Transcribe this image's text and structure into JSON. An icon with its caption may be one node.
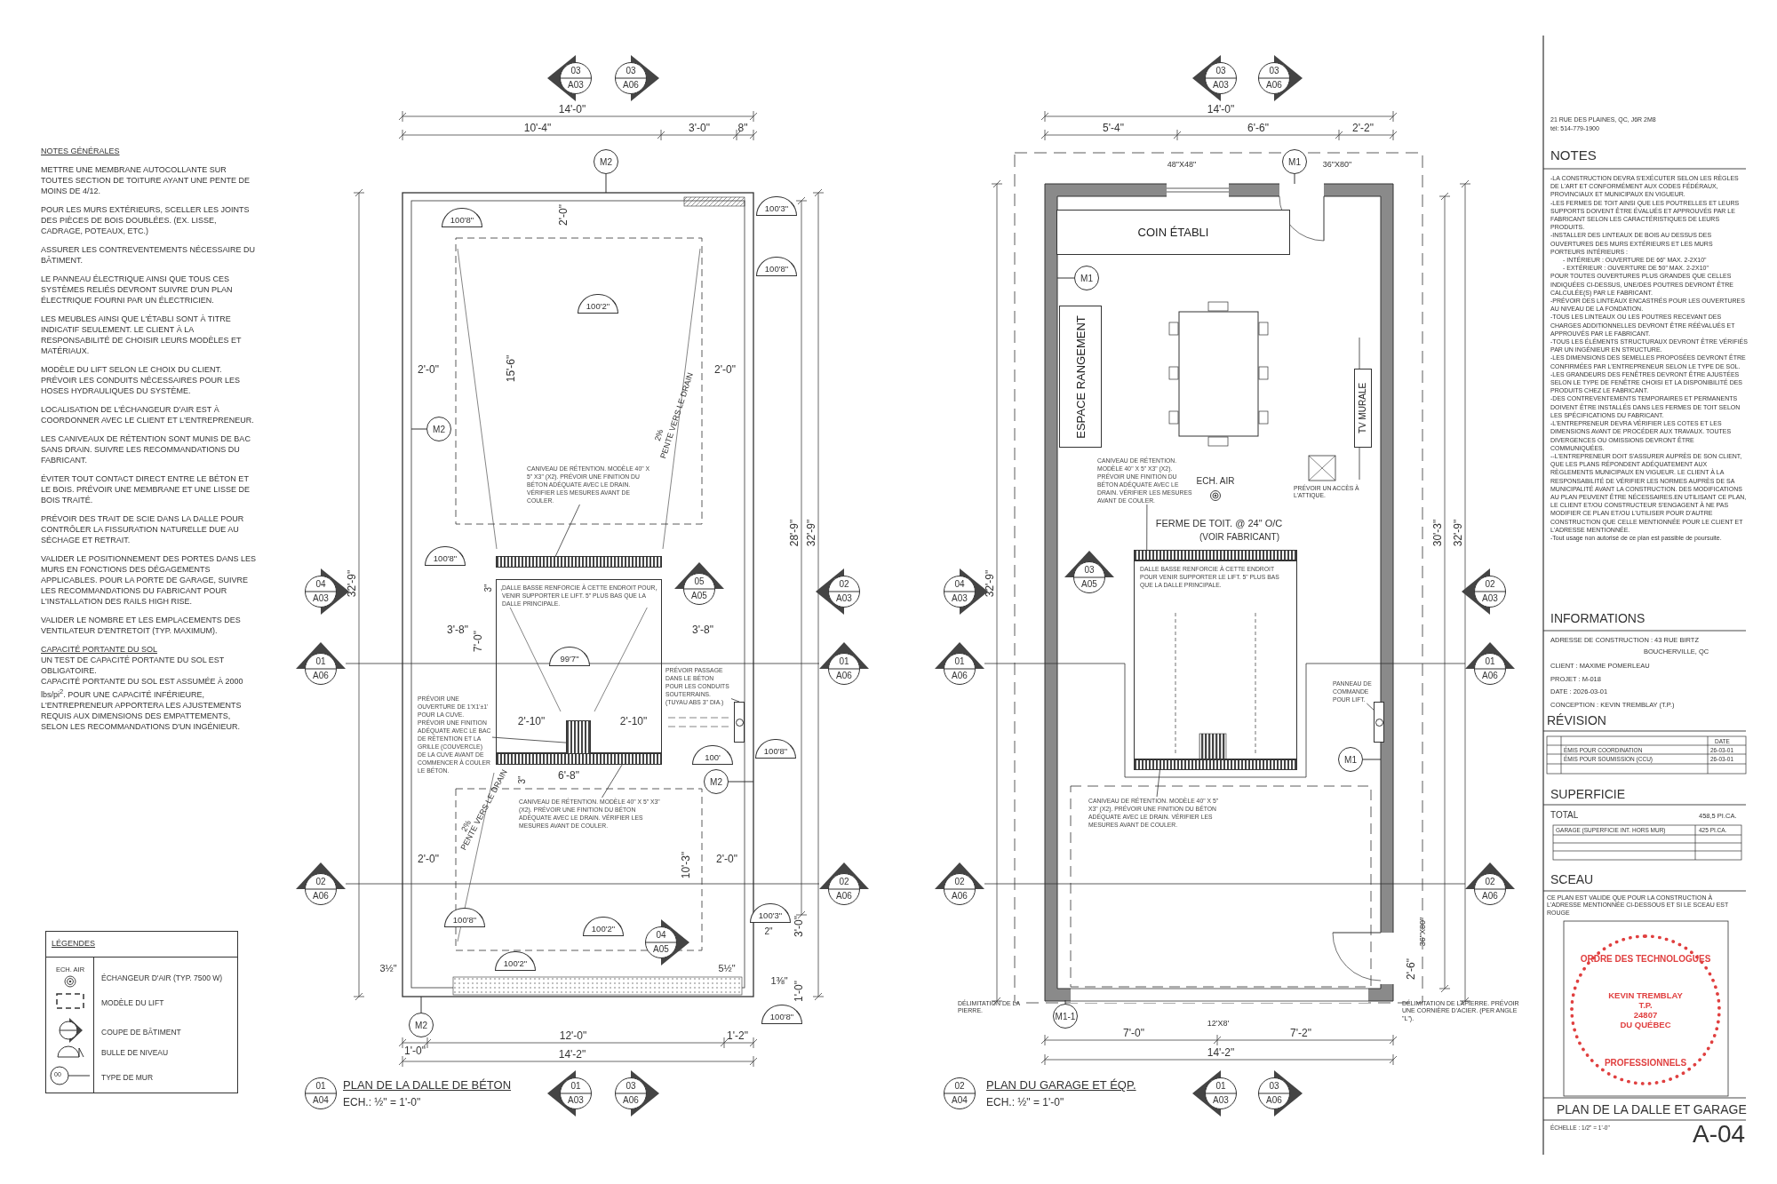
{
  "diagram": {
    "title": "PLAN DE LA DALLE ET GARAGE",
    "nodes": [
      {
        "text": [
          "03",
          "A03"
        ]
      },
      {
        "text": [
          "03",
          "A06"
        ]
      },
      {
        "text": [
          "04",
          "A03"
        ]
      },
      {
        "text": [
          "01",
          "A06"
        ]
      },
      {
        "text": [
          "02",
          "A06"
        ]
      },
      {
        "text": [
          "05",
          "A05"
        ]
      },
      {
        "text": [
          "02",
          "A03"
        ]
      },
      {
        "text": [
          "01",
          "A06"
        ]
      },
      {
        "text": [
          "02",
          "A06"
        ]
      },
      {
        "text": [
          "04",
          "A05"
        ]
      },
      {
        "text": [
          "01",
          "A03"
        ]
      },
      {
        "text": [
          "03",
          "A06"
        ]
      },
      {
        "text": [
          "01",
          "A04"
        ]
      },
      {
        "text": [
          "M2"
        ]
      },
      {
        "text": [
          "M2"
        ]
      },
      {
        "text": [
          "M2"
        ]
      },
      {
        "text": [
          "M2"
        ]
      },
      {
        "text": [
          "100'8\""
        ]
      },
      {
        "text": [
          "100'3\""
        ]
      },
      {
        "text": [
          "100'8\""
        ]
      },
      {
        "text": [
          "100'2\""
        ]
      },
      {
        "text": [
          "100'8\""
        ]
      },
      {
        "text": [
          "DALLE BASSE RENFORCIE À CETTE ENDROIT POUR VENIR SUPPORTER LE LIFT. 5\" PLUS BAS QUE LA DALLE PRINCIPALE."
        ]
      },
      {
        "text": [
          "99'7\""
        ],
        "in": 22
      },
      {
        "text": [],
        "shape": "bar",
        "in": 22
      },
      {
        "text": [],
        "shape": "bar"
      },
      {
        "text": [],
        "shape": "bar"
      },
      {
        "text": [
          "100'"
        ]
      },
      {
        "text": [
          "100'8\""
        ]
      },
      {
        "text": [
          "100'8\""
        ]
      },
      {
        "text": [
          "100'2\""
        ]
      },
      {
        "text": [
          "100'3\""
        ]
      },
      {
        "text": [
          "100'2\""
        ]
      },
      {
        "text": [
          "100'8\""
        ]
      },
      {
        "text": [
          "CANIVEAU DE RÉTENTION. MODÈLE 40\" X 5\" X3\" (X2). PRÉVOIR UNE FINITION DU BÉTON ADÉQUATE AVEC LE DRAIN. VÉRIFIER LES MESURES AVANT DE COULER."
        ]
      },
      {
        "text": [
          "PRÉVOIR UNE OUVERTURE DE 1'X1'±1' POUR LA CUVE. PRÉVOIR UNE FINITION ADÉQUATE AVEC LE BAC DE RÉTENTION ET LA GRILLE (COUVERCLE) DE LA CUVE AVANT DE COMMENCER À COULER LE BÉTON."
        ]
      },
      {
        "text": [
          "PRÉVOIR PASSAGE DANS LE BÉTON POUR LES CONDUITS SOUTERRAINS. (TUYAU ABS 3\" DIA.)"
        ]
      },
      {
        "text": [
          "CANIVEAU DE RÉTENTION. MODÈLE 40\" X 5\" X3\" (X2). PRÉVOIR UNE FINITION DU BÉTON ADÉQUATE AVEC LE DRAIN. VÉRIFIER LES MESURES AVANT DE COULER."
        ]
      },
      {
        "text": [],
        "shape": "box"
      },
      {
        "text": [
          "03",
          "A03"
        ]
      },
      {
        "text": [
          "03",
          "A06"
        ]
      },
      {
        "text": [
          "04",
          "A03"
        ]
      },
      {
        "text": [
          "01",
          "A06"
        ]
      },
      {
        "text": [
          "02",
          "A06"
        ]
      },
      {
        "text": [
          "03",
          "A05"
        ]
      },
      {
        "text": [
          "02",
          "A03"
        ]
      },
      {
        "text": [
          "01",
          "A06"
        ]
      },
      {
        "text": [
          "02",
          "A06"
        ]
      },
      {
        "text": [
          "01",
          "A03"
        ]
      },
      {
        "text": [
          "03",
          "A06"
        ]
      },
      {
        "text": [
          "02",
          "A04"
        ]
      },
      {
        "text": [
          "M1"
        ]
      },
      {
        "text": [
          "M1"
        ]
      },
      {
        "text": [
          "M1"
        ]
      },
      {
        "text": [
          "M1-1"
        ]
      },
      {
        "text": [
          "COIN ÉTABLI"
        ]
      },
      {
        "text": [
          "ESPACE RANGEMENT"
        ]
      },
      {
        "text": [
          "TV MURALE"
        ]
      },
      {
        "text": [
          "CANIVEAU DE RÉTENTION. MODÈLE 40\" X 5\" X3\" (X2). PRÉVOIR UNE FINITION DU BÉTON ADÉQUATE AVEC LE DRAIN. VÉRIFIER LES MESURES AVANT DE COULER."
        ]
      },
      {
        "text": [
          "DALLE BASSE RENFORCIE À CETTE ENDROIT POUR VENIR SUPPORTER LE LIFT. 5\" PLUS BAS QUE LA DALLE PRINCIPALE."
        ]
      },
      {
        "text": [],
        "shape": "bar"
      },
      {
        "text": [],
        "shape": "bar"
      },
      {
        "text": [
          "PANNEAU DE COMMANDE POUR LIFT."
        ]
      },
      {
        "text": [],
        "shape": "box"
      },
      {
        "text": [
          "CANIVEAU DE RÉTENTION. MODÈLE 40\" X 5\" X3\" (X2). PRÉVOIR UNE FINITION DU BÉTON ADÉQUATE AVEC LE DRAIN. VÉRIFIER LES MESURES AVANT DE COULER."
        ]
      },
      {
        "text": [
          "ORDRE DES TECHNOLOGUES",
          "KEVIN TREMBLAY",
          "T.P.",
          "24807",
          "DU QUÉBEC",
          "PROFESSIONNELS"
        ]
      }
    ],
    "edges": [
      {
        "from": 3,
        "to": 7,
        "arrow": "none"
      },
      {
        "from": 4,
        "to": 8,
        "arrow": "none"
      },
      {
        "from": 34,
        "to": 25,
        "arrow": "none"
      },
      {
        "from": 35,
        "to": 24,
        "arrow": "none"
      },
      {
        "from": 36,
        "to": 38,
        "arrow": "none"
      },
      {
        "from": 37,
        "to": 26,
        "arrow": "none"
      },
      {
        "from": 42,
        "to": 46,
        "arrow": "none"
      },
      {
        "from": 43,
        "to": 47,
        "arrow": "none"
      },
      {
        "from": 58,
        "to": 60,
        "arrow": "none"
      },
      {
        "from": 62,
        "to": 63,
        "arrow": "none"
      },
      {
        "from": 64,
        "to": 61,
        "arrow": "none"
      }
    ],
    "labels": [
      "NOTES GÉNÉRALES",
      "METTRE UNE MEMBRANE AUTOCOLLANTE SUR TOUTES SECTION DE TOITURE AYANT UNE PENTE DE MOINS DE 4/12.",
      "POUR LES MURS EXTÉRIEURS, SCELLER LES JOINTS DES PIÈCES DE BOIS DOUBLÉES. (EX. LISSE, CADRAGE, POTEAUX, ETC.)",
      "ASSURER LES CONTREVENTEMENTS NÉCESSAIRE DU BÂTIMENT.",
      "LE PANNEAU ÉLECTRIQUE AINSI QUE TOUS CES SYSTÈMES RELIÉS DEVRONT SUIVRE D'UN PLAN ÉLECTRIQUE FOURNI PAR UN ÉLECTRICIEN.",
      "LES MEUBLES AINSI QUE L'ÉTABLI SONT À TITRE INDICATIF SEULEMENT. LE CLIENT À LA RESPONSABILITÉ DE CHOISIR LEURS MODÈLES ET MATÉRIAUX.",
      "MODÈLE DU LIFT SELON LE CHOIX DU CLIENT. PRÉVOIR LES CONDUITS NÉCESSAIRES POUR LES HOSES HYDRAULIQUES DU SYSTÈME.",
      "LOCALISATION DE L'ÉCHANGEUR D'AIR EST À COORDONNER AVEC LE CLIENT ET L'ENTREPRENEUR.",
      "LES CANIVEAUX DE RÉTENTION SONT MUNIS DE BAC SANS DRAIN. SUIVRE LES RECOMMANDATIONS DU FABRICANT.",
      "ÉVITER TOUT CONTACT DIRECT ENTRE LE BÉTON ET LE BOIS. PRÉVOIR UNE MEMBRANE ET UNE LISSE DE BOIS TRAITÉ.",
      "PRÉVOIR DES TRAIT DE SCIE DANS LA DALLE POUR CONTRÔLER LA FISSURATION NATURELLE DUE AU SÉCHAGE ET RETRAIT.",
      "VALIDER LE POSITIONNEMENT DES PORTES DANS LES MURS EN FONCTIONS DES DÉGAGEMENTS APPLICABLES. POUR LA PORTE DE GARAGE, SUIVRE LES RECOMMANDATIONS DU FABRICANT POUR L'INSTALLATION DES RAILS HIGH RISE.",
      "VALIDER LE NOMBRE ET LES EMPLACEMENTS DES VENTILATEUR D'ENTRETOIT (TYP. MAXIMUM).",
      "CAPACITÉ PORTANTE DU SOL",
      "UN TEST DE CAPACITÉ PORTANTE DU SOL EST OBLIGATOIRE.",
      "CAPACITÉ PORTANTE DU SOL EST ASSUMÉE À 2000 lbs/pi$^{2}$. POUR UNE CAPACITÉ INFÉRIEURE, L'ENTREPRENEUR APPORTERA LES AJUSTEMENTS REQUIS AUX DIMENSIONS DES EMPATTEMENTS, SELON LES RECOMMANDATIONS D'UN INGÉNIEUR.",
      "LÉGENDES",
      "ECH. AIR",
      "00",
      "14'-0\"",
      "10'-4\"",
      "3'-0\"",
      "8\"",
      "2'-0\"",
      "15'-6\"",
      "2'-0\"",
      "2'-0\"",
      "2%",
      "PENTE VERS LE DRAIN",
      "28'-9\"",
      "32'-9\"",
      "32'-9\"",
      "3'-8\"",
      "3'-8\"",
      "7'-0\"",
      "2'-10\"",
      "2'-10\"",
      "3\"",
      "3\"",
      "6'-8\"",
      "2%",
      "PENTE VERS LE DRAIN",
      "2'-0\"",
      "2'-0\"",
      "10'-3\"",
      "3'-0\"",
      "2\"",
      "3½\"",
      "5½\"",
      "1⅜\"",
      "1'-0\"",
      "1'-0\"",
      "12'-0\"",
      "1'-2\"",
      "14'-2\"",
      "PLAN DE LA DALLE DE BÉTON",
      "ECH.: ½\" = 1'-0\"",
      "14'-0\"",
      "5'-4\"",
      "6'-6\"",
      "2'-2\"",
      "48\"X48\"",
      "36\"X80\"",
      "ECH. AIR",
      "PRÉVOIR UN ACCÈS À L'ATTIQUE.",
      "FERME DE TOIT. @ 24\" O/C",
      "(VOIR FABRICANT)",
      "32'-9\"",
      "30'-3\"",
      "32'-9\"",
      "36\"X80\"",
      "2'-6\"",
      "DÉLIMITATION DE LA PIERRE.",
      "DÉLIMITATION DE LAPIERRE. PRÉVOIR UNE CORNIÈRE D'ACIER. (PER ANGLE \"L\").",
      "12'X8'",
      "7'-0\"",
      "7'-2\"",
      "14'-2\"",
      "PLAN DU GARAGE ET ÉQP.",
      "ECH.: ½\" = 1'-0\"",
      "21 RUE DES PLAINES, QC, J6R 2M8",
      "tél: 514-779-1900",
      "NOTES",
      "-LA CONSTRUCTION DEVRA S'EXÉCUTER SELON LES RÈGLES DE L'ART ET CONFORMÉMENT AUX CODES FÉDÉRAUX, PROVINCIAUX ET MUNICIPAUX EN VIGUEUR.",
      "-LES FERMES DE TOIT AINSI QUE LES POUTRELLES ET LEURS SUPPORTS DOIVENT ÊTRE ÉVALUÉS ET APPROUVÉS PAR LE FABRICANT SELON LES CARACTÉRISTIQUES DE LEURS PRODUITS.",
      "-INSTALLER DES LINTEAUX DE BOIS AU DESSUS DES OUVERTURES DES MURS EXTÉRIEURS ET LES MURS PORTEURS INTÉRIEURS :",
      "- INTÉRIEUR : OUVERTURE DE 66\" MAX. 2-2X10\"",
      "- EXTÉRIEUR : OUVERTURE DE 50\" MAX. 2-2X10\"",
      "POUR TOUTES OUVERTURES PLUS GRANDES QUE CELLES INDIQUÉES CI-DESSUS, UNE/DES POUTRES DEVRONT ÊTRE CALCULÉE(S) PAR LE FABRICANT.",
      "-PRÉVOIR DES LINTEAUX ENCASTRÉS POUR LES OUVERTURES AU NIVEAU DE LA FONDATION.",
      "-TOUS LES LINTEAUX OU LES POUTRES RECEVANT DES CHARGES ADDITIONNELLES DEVRONT ÊTRE RÉÉVALUÉS ET APPROUVÉS PAR LE FABRICANT.",
      "-TOUS LES ÉLÉMENTS STRUCTURAUX DEVRONT ÊTRE VÉRIFIÉS PAR UN INGÉNIEUR EN STRUCTURE.",
      "-LES DIMENSIONS DES SEMELLES PROPOSÉES DEVRONT ÊTRE CONFIRMÉES PAR L'ENTREPRENEUR SELON LE TYPE DE SOL.",
      "-LES GRANDEURS DES FENÊTRES DEVRONT ÊTRE AJUSTÉES SELON LE TYPE DE FENÊTRE CHOISI ET LA DISPONIBILITÉ DES PRODUITS CHEZ LE FABRICANT.",
      "-DES CONTREVENTEMENTS TEMPORAIRES ET PERMANENTS DOIVENT ÊTRE INSTALLÉS DANS LES FERMES DE TOIT SELON LES SPÉCIFICATIONS DU FABRICANT.",
      "-L'ENTREPRENEUR DEVRA VÉRIFIER LES COTES ET LES DIMENSIONS AVANT DE PROCÉDER AUX TRAVAUX. TOUTES DIVERGENCES OU OMISSIONS DEVRONT ÊTRE COMMUNIQUÉES.",
      "--L'ENTREPRENEUR DOIT S'ASSURER AUPRÈS DE SON CLIENT, QUE LES PLANS RÉPONDENT ADÉQUATEMENT AUX RÈGLEMENTS MUNICIPAUX EN VIGUEUR. LE CLIENT À LA RESPONSABILITÉ DE VÉRIFIER LES NORMES AUPRÈS DE SA MUNICIPALITÉ AVANT LA CONSTRUCTION. DES MODIFICATIONS AU PLAN PEUVENT ÊTRE NÉCESSAIRES.EN UTILISANT CE PLAN, LE CLIENT ET/OU CONSTRUCTEUR S'ENGAGENT À NE PAS MODIFIER CE PLAN ET/OU L'UTILISER POUR D'AUTRE CONSTRUCTION QUE CELLE MENTIONNÉE POUR LE CLIENT ET L'ADRESSE MENTIONNÉE.",
      "-Tout usage non autorisé de ce plan est passible de poursuite.",
      "INFORMATIONS",
      "ADRESSE DE CONSTRUCTION : 43 RUE BIRTZ",
      "BOUCHERVILLE, QC",
      "CLIENT : MAXIME POMERLEAU",
      "PROJET : M-018",
      "DATE : 2026-03-01",
      "CONCEPTION : KEVIN TREMBLAY (T.P.)",
      "RÉVISION",
      "DATE",
      "ÉMIS POUR COORDINATION",
      "26-03-01",
      "ÉMIS POUR SOUMISSION (CCU)",
      "26-03-01",
      "SUPERFICIE",
      "TOTAL",
      "458,5 PI.CA.",
      "GARAGE (SUPERFICIE INT. HORS MUR)",
      "425 PI.CA.",
      "SCEAU",
      "CE PLAN EST VALIDE QUE POUR LA CONSTRUCTION À L'ADRESSE MENTIONNÉE CI-DESSOUS ET SI LE SCEAU EST ROUGE",
      "ÉCHELLE : 1/2\" = 1'-0\"",
      "A-04"
    ],
    "legend": [
      {
        "text": "ÉCHANGEUR D'AIR (TYP. 7500 W)"
      },
      {
        "text": "MODÈLE DU LIFT"
      },
      {
        "text": "COUPE DE BÂTIMENT"
      },
      {
        "text": "BULLE DE NIVEAU"
      },
      {
        "text": "TYPE DE MUR"
      }
    ]
  }
}
